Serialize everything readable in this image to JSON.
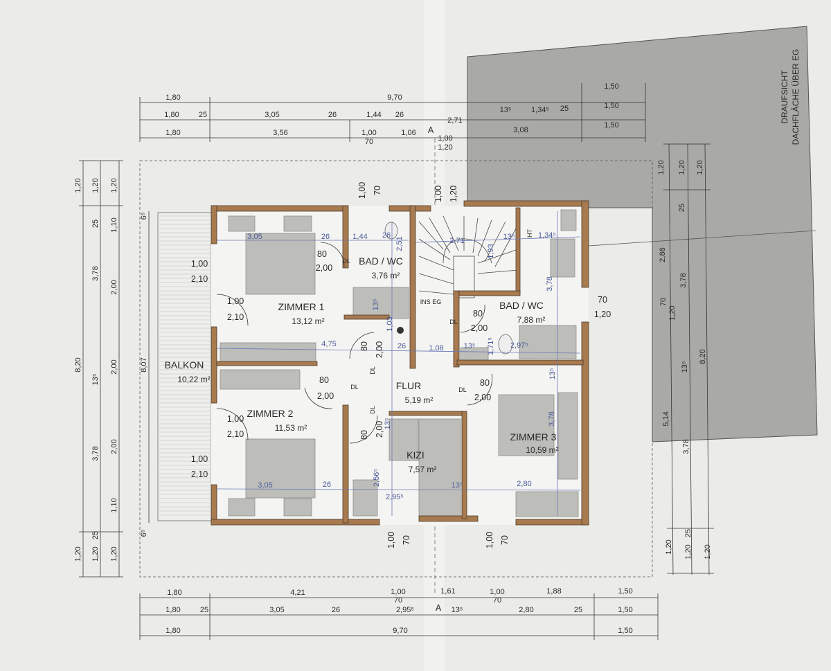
{
  "rooms": [
    {
      "name": "ZIMMER 1",
      "area": "13,12 m²"
    },
    {
      "name": "BAD / WC",
      "area": "3,76 m²"
    },
    {
      "name": "BAD / WC",
      "area": "7,88 m²"
    },
    {
      "name": "FLUR",
      "area": "5,19 m²"
    },
    {
      "name": "ZIMMER 2",
      "area": "11,53 m²"
    },
    {
      "name": "KIZI",
      "area": "7,57 m²"
    },
    {
      "name": "ZIMMER 3",
      "area": "10,59 m²"
    },
    {
      "name": "BALKON",
      "area": "10,22 m²"
    }
  ],
  "roof": {
    "line1": "DRAUFSICHT",
    "line2": "DACHFLÄCHE ÜBER EG"
  },
  "section_marker": "A",
  "stair_label": "INS EG",
  "door_type": "DL",
  "ht_label": "HT",
  "doors": [
    {
      "w": "1,00",
      "h": "2,10"
    },
    {
      "w": "1,00",
      "h": "2,10"
    },
    {
      "w": "1,00",
      "h": "2,10"
    },
    {
      "w": "1,00",
      "h": "2,10"
    },
    {
      "w": "80",
      "h": "2,00"
    },
    {
      "w": "80",
      "h": "2,00"
    },
    {
      "w": "80",
      "h": "2,00"
    },
    {
      "w": "80",
      "h": "2,00"
    },
    {
      "w": "80",
      "h": "2,00"
    },
    {
      "w": "80",
      "h": "2,00"
    }
  ],
  "windows": [
    {
      "w": "1,00",
      "h": "70"
    },
    {
      "w": "1,00",
      "h": "1,20"
    },
    {
      "w": "1,00",
      "h": "70"
    },
    {
      "w": "1,00",
      "h": "70"
    },
    {
      "w": "70",
      "h": "1,20"
    }
  ],
  "dims_top": [
    [
      "1,80",
      "9,70",
      "1,50"
    ],
    [
      "1,80",
      "25",
      "3,05",
      "26",
      "1,44",
      "26",
      "2,71",
      "13⁵",
      "1,34⁵",
      "25",
      "1,50"
    ],
    [
      "1,80",
      "3,56",
      "1,00",
      "70",
      "1,06",
      "1,00",
      "1,20",
      "3,08",
      "1,50"
    ]
  ],
  "dims_bottom": [
    [
      "1,80",
      "4,21",
      "1,00",
      "70",
      "1,61",
      "1,00",
      "70",
      "1,88",
      "1,50"
    ],
    [
      "1,80",
      "25",
      "3,05",
      "26",
      "2,95⁵",
      "13⁵",
      "2,80",
      "25",
      "1,50"
    ],
    [
      "1,80",
      "9,70",
      "1,50"
    ]
  ],
  "dims_left": [
    [
      "1,20",
      "8,20",
      "1,20"
    ],
    [
      "1,20",
      "25",
      "3,78",
      "13⁵",
      "3,78",
      "25",
      "1,20"
    ],
    [
      "1,20",
      "1,10",
      "2,00",
      "2,00",
      "2,00",
      "1,10",
      "1,20"
    ],
    [
      "6⁵",
      "8,07",
      "6⁵"
    ]
  ],
  "dims_right": [
    [
      "1,20",
      "2,86",
      "70",
      "1,20",
      "5,14",
      "1,20"
    ],
    [
      "1,20",
      "25",
      "3,78",
      "13⁵",
      "3,78",
      "25",
      "1,20"
    ],
    [
      "1,20",
      "8,20",
      "1,20"
    ]
  ],
  "dims_inner": [
    "3,05",
    "26",
    "1,44",
    "26",
    "2,71",
    "13⁵",
    "1,34⁵",
    "4,75",
    "26",
    "1,08",
    "13⁵",
    "2,97⁵",
    "3,05",
    "26",
    "2,95⁵",
    "13⁵",
    "2,80",
    "3,78",
    "3,78",
    "1,93",
    "13⁵",
    "1,03",
    "2,56⁵",
    "13⁵",
    "1,71⁵",
    "13⁵",
    "2,51"
  ]
}
